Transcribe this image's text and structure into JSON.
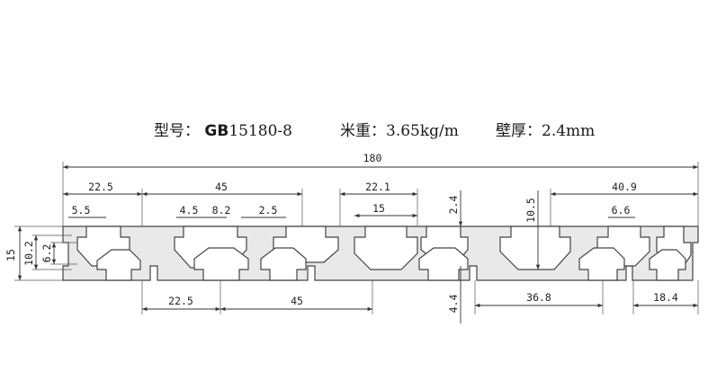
{
  "spec": {
    "model_label": "型号：",
    "model_prefix": "GB",
    "model_number": "15180-8",
    "weight_label": "米重：",
    "weight_value": "3.65kg/m",
    "wall_label": "壁厚：",
    "wall_value": "2.4mm"
  },
  "dims": {
    "overall_width": "180",
    "top_left_22_5": "22.5",
    "top_45": "45",
    "top_22_1": "22.1",
    "top_40_9": "40.9",
    "slot_5_5": "5.5",
    "slot_4_5": "4.5",
    "slot_8_2": "8.2",
    "slot_2_5": "2.5",
    "slot_15": "15",
    "wall_2_4": "2.4",
    "depth_10_5": "10.5",
    "slot_6_6": "6.6",
    "height_15": "15",
    "height_10_2": "10.2",
    "height_6_2": "6.2",
    "bottom_22_5": "22.5",
    "bottom_45": "45",
    "bottom_4_4": "4.4",
    "bottom_36_8": "36.8",
    "bottom_18_4": "18.4"
  }
}
